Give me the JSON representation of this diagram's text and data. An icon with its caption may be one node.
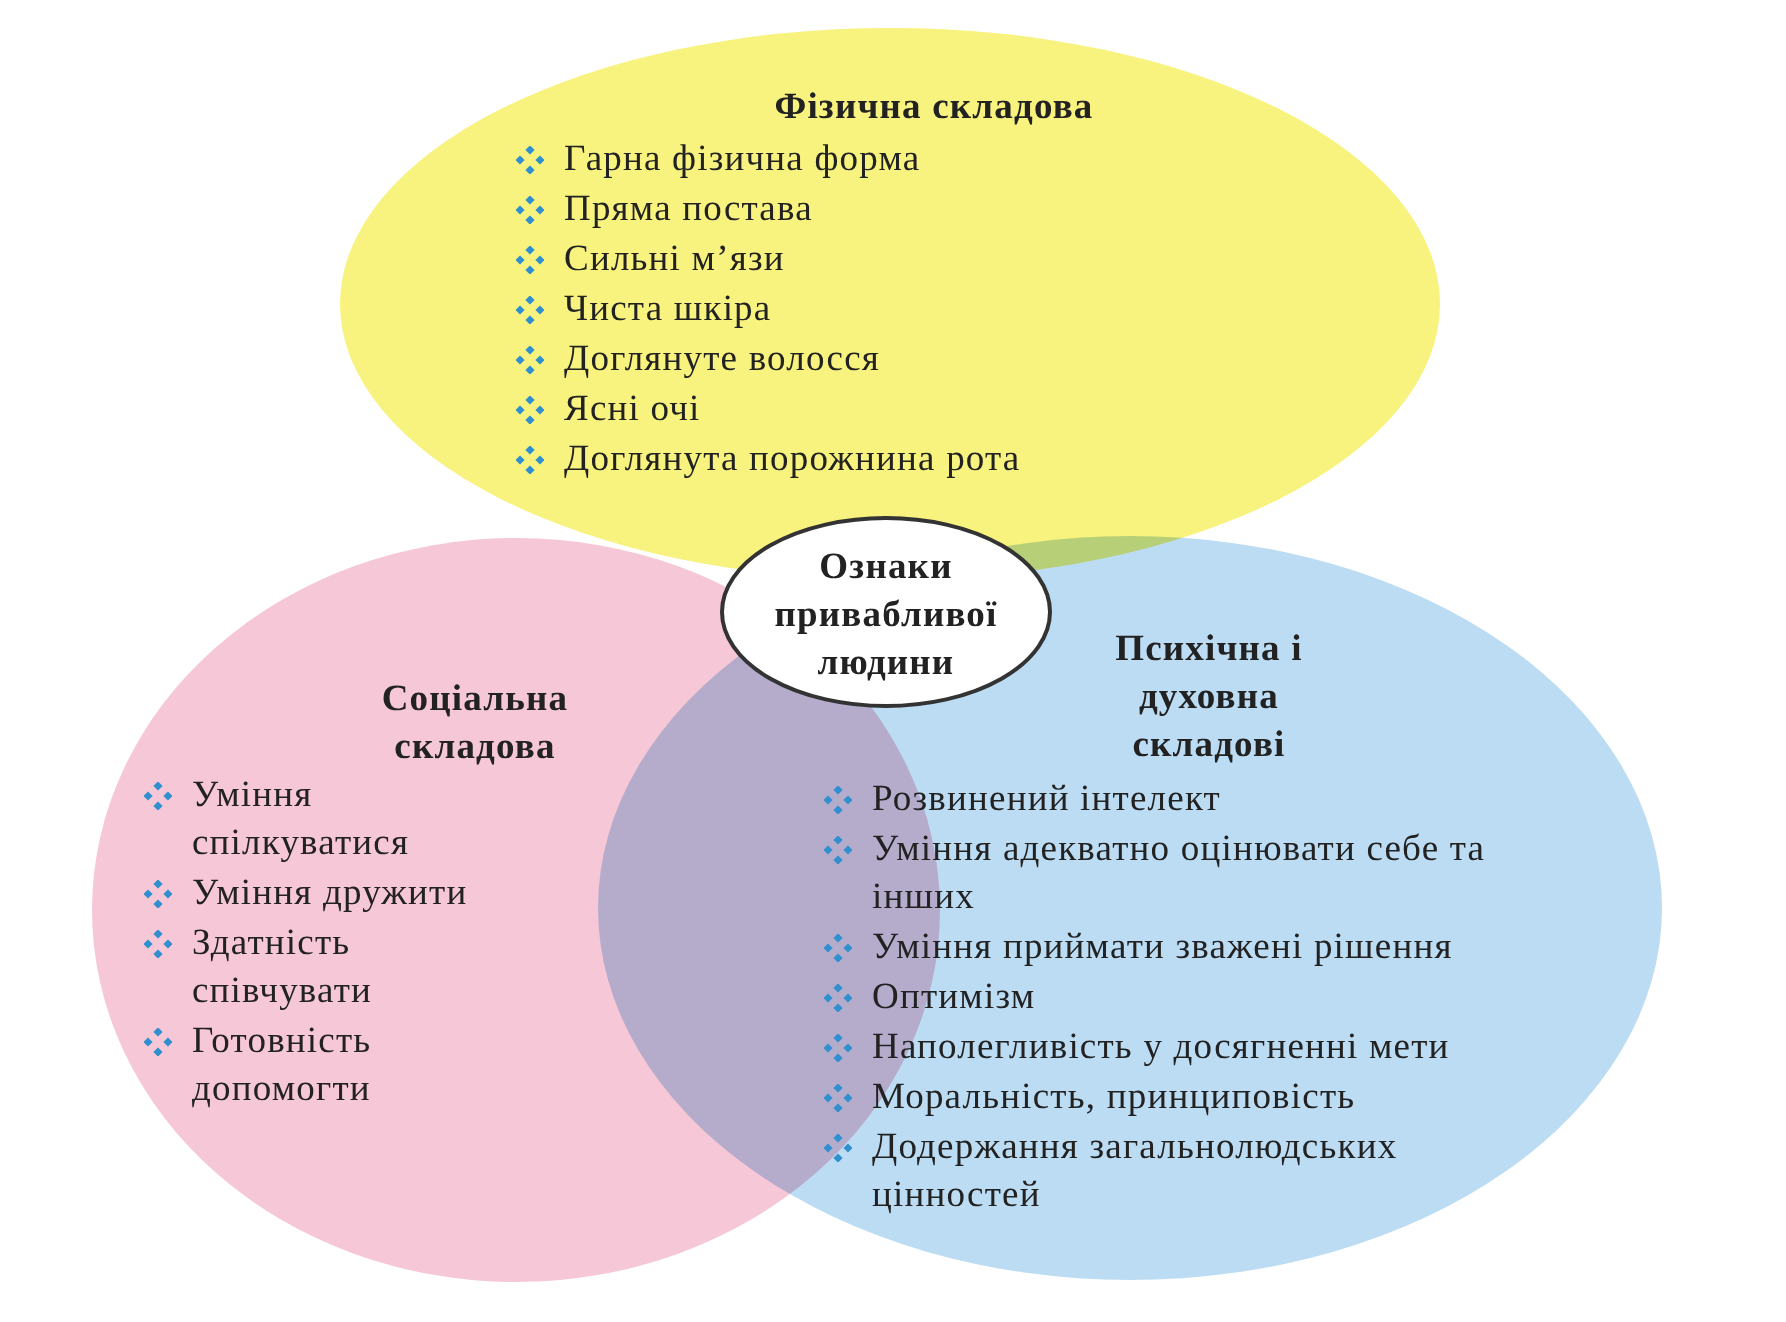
{
  "diagram": {
    "nodes": [
      {
        "text": [
          "Фізична складова",
          "Гарна фізична форма",
          "Пряма постава",
          "Сильні м’язи",
          "Чиста шкіра",
          "Доглянуте волосся",
          "Ясні очі",
          "Доглянута порожнина рота"
        ]
      },
      {
        "text": [
          "Соціальна складова",
          "Уміння спілкуватися",
          "Уміння дружити",
          "Здатність співчувати",
          "Готовність допомогти"
        ]
      },
      {
        "text": [
          "Психічна і духовна складові",
          "Розвинений інтелект",
          "Уміння адекватно оцінювати себе та інших",
          "Уміння приймати зважені рішення",
          "Оптимізм",
          "Наполегливість у досягненні мети",
          "Моральність, принциповість",
          "Додержання загальнолюдських цінностей"
        ]
      },
      {
        "text": [
          "Ознаки привабливої людини"
        ]
      }
    ],
    "edges": []
  }
}
